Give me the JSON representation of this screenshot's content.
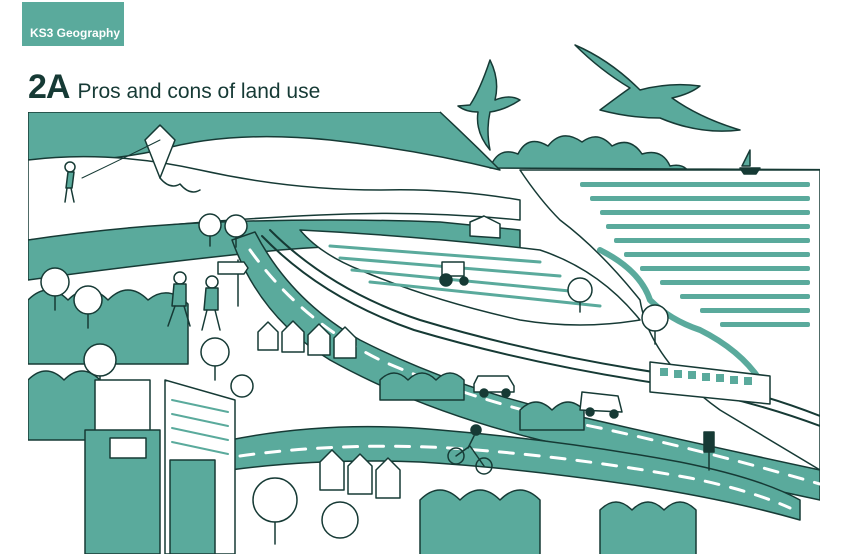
{
  "header": {
    "subject_badge": "KS3 Geography",
    "section_number": "2A",
    "section_title": "Pros and cons of land use"
  },
  "colors": {
    "teal": "#5aaa9c",
    "ink": "#163a35",
    "paper": "#ffffff"
  },
  "illustration": {
    "icons": [
      "kite-icon",
      "person-icon",
      "hikers-icon",
      "seagull-icon",
      "sailboat-icon",
      "tractor-icon",
      "train-icon",
      "car-icon",
      "van-icon",
      "cyclist-icon",
      "signpost-icon",
      "traffic-light-icon",
      "building-icon",
      "house-icon",
      "tree-icon",
      "field-icon",
      "river-icon",
      "sea-icon",
      "road-icon",
      "railway-icon"
    ]
  }
}
